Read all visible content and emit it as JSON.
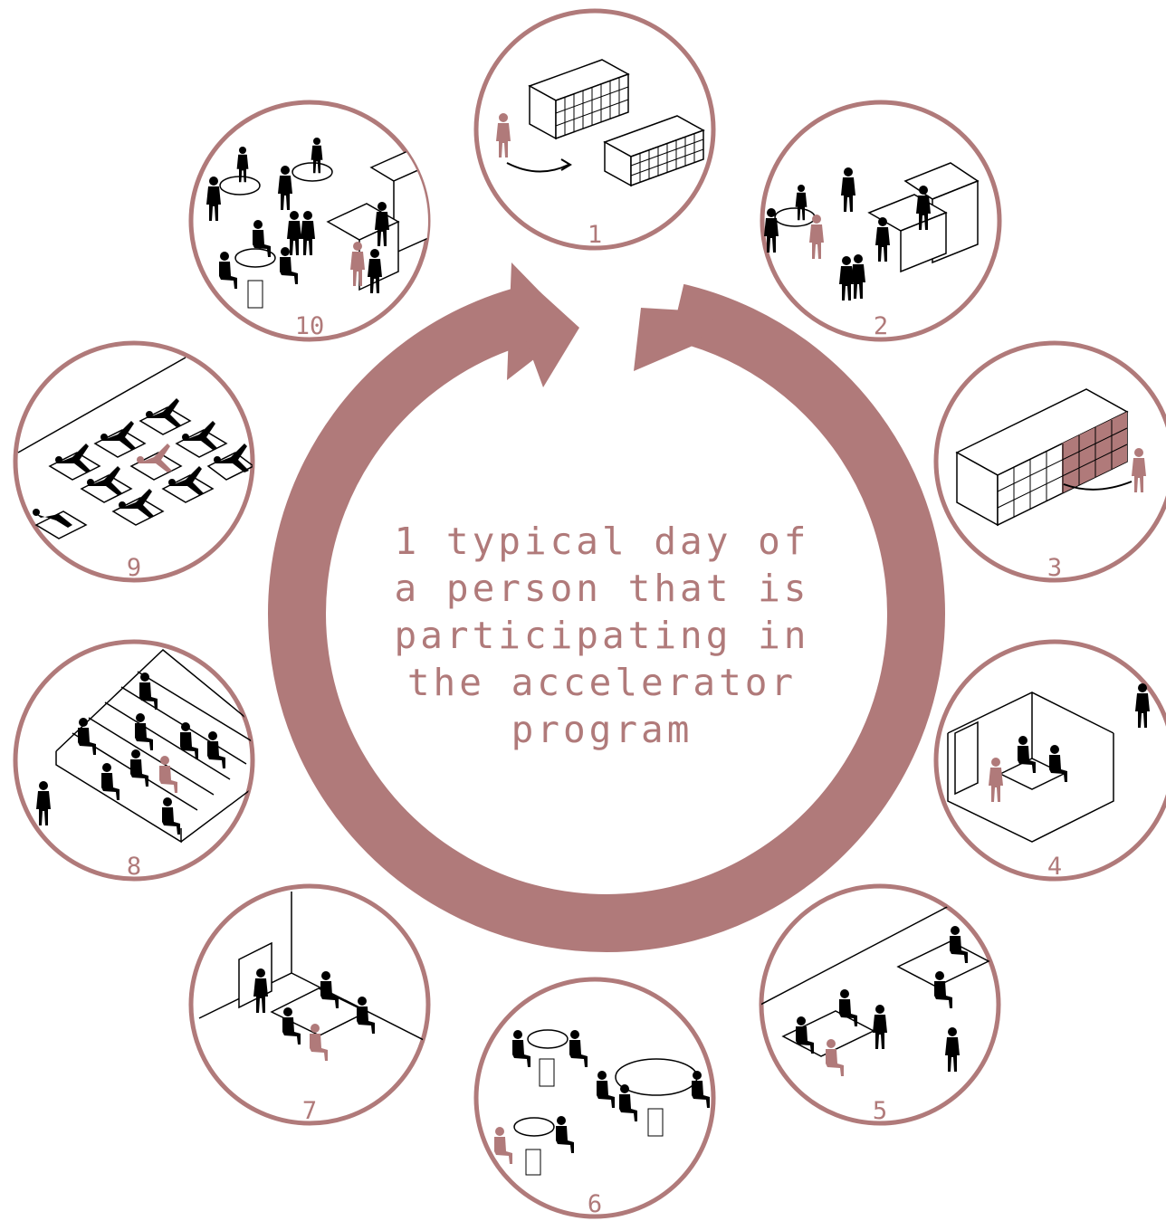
{
  "center_text": {
    "line1": "1 typical day of",
    "line2": "a person that is",
    "line3": "participating in",
    "line4": "the accelerator",
    "line5": "program"
  },
  "steps": [
    {
      "number": "1"
    },
    {
      "number": "2"
    },
    {
      "number": "3"
    },
    {
      "number": "4"
    },
    {
      "number": "5"
    },
    {
      "number": "6"
    },
    {
      "number": "7"
    },
    {
      "number": "8"
    },
    {
      "number": "9"
    },
    {
      "number": "10"
    }
  ],
  "colors": {
    "accent": "#b07a7a",
    "ink": "#000000",
    "background": "#ffffff"
  },
  "icons": [
    "cycle-arrow-icon",
    "person-silhouette-icon",
    "locker-icon",
    "desk-icon",
    "round-table-icon"
  ]
}
